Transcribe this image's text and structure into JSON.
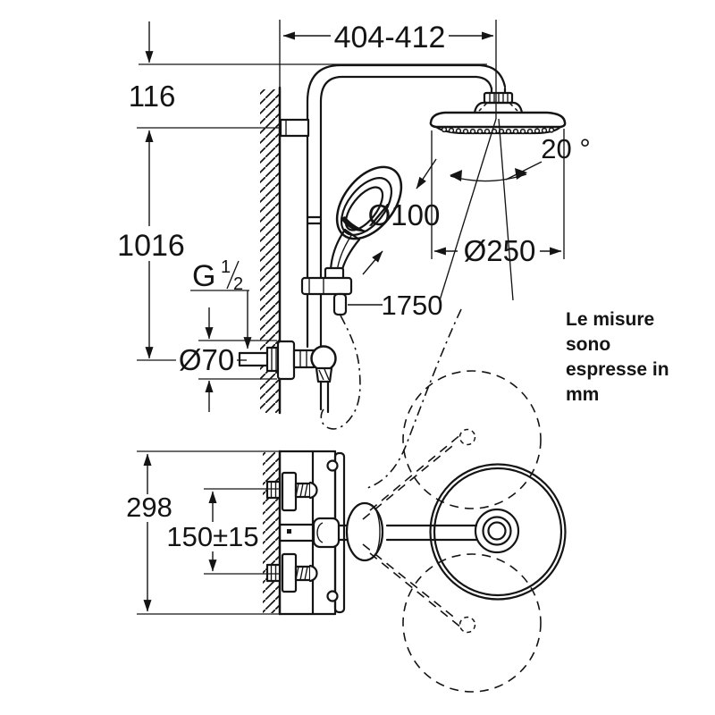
{
  "drawing_type": "technical-dimension-diagram",
  "product": "shower-system-side-and-top-view",
  "dimensions": {
    "width_range": "404-412",
    "top_offset": "116",
    "column_height": "1016",
    "spray_angle": "20 °",
    "hand_shower_diameter": "Ø100",
    "head_shower_diameter": "Ø250",
    "hose_length": "1750",
    "thread": {
      "letter": "G",
      "numerator": "1",
      "denominator": "2"
    },
    "escutcheon_diameter": "Ø70",
    "body_height": "298",
    "inlet_spacing": "150±15"
  },
  "note": {
    "lines": [
      "Le misure",
      "sono",
      "espresse in",
      "mm"
    ]
  },
  "colors": {
    "line": "#141414",
    "background": "#ffffff"
  }
}
